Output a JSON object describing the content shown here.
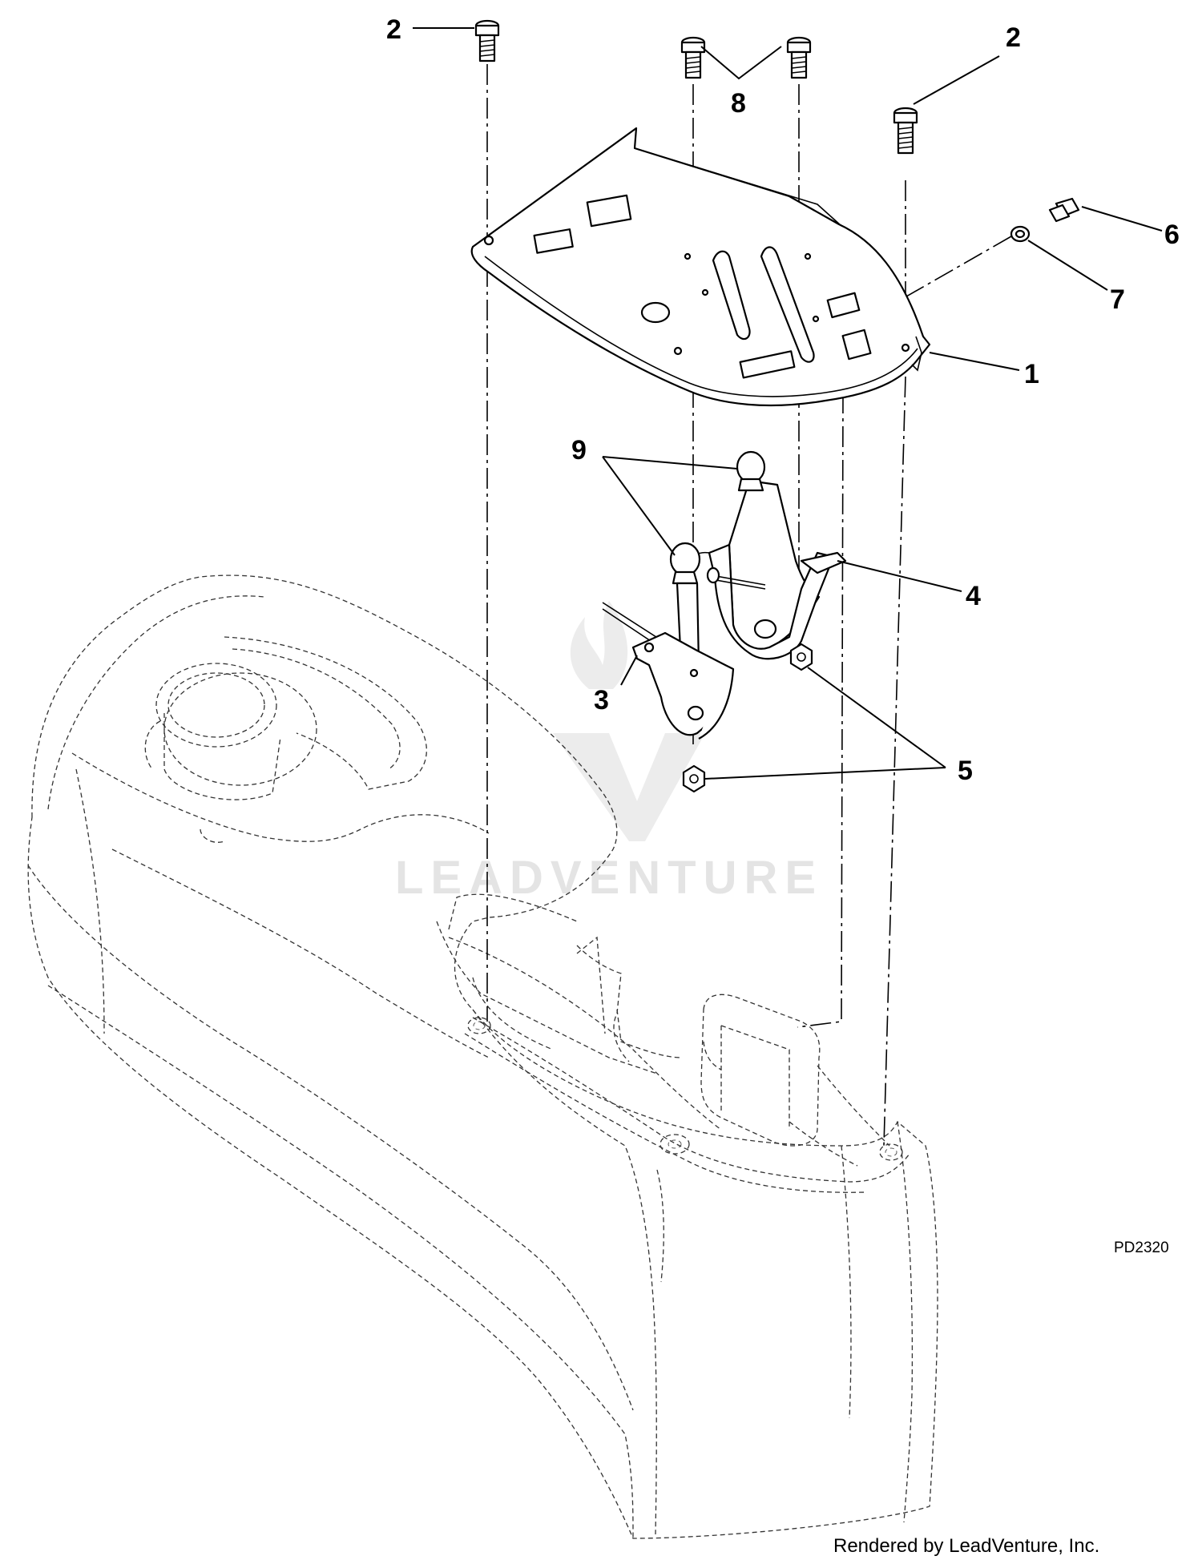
{
  "callouts": {
    "c1": "1",
    "c2a": "2",
    "c2b": "2",
    "c3": "3",
    "c4": "4",
    "c5": "5",
    "c6": "6",
    "c7": "7",
    "c8": "8",
    "c9": "9"
  },
  "drawing_code": "PD2320",
  "credit": "Rendered by LeadVenture, Inc.",
  "watermark": "LEADVENTURE"
}
